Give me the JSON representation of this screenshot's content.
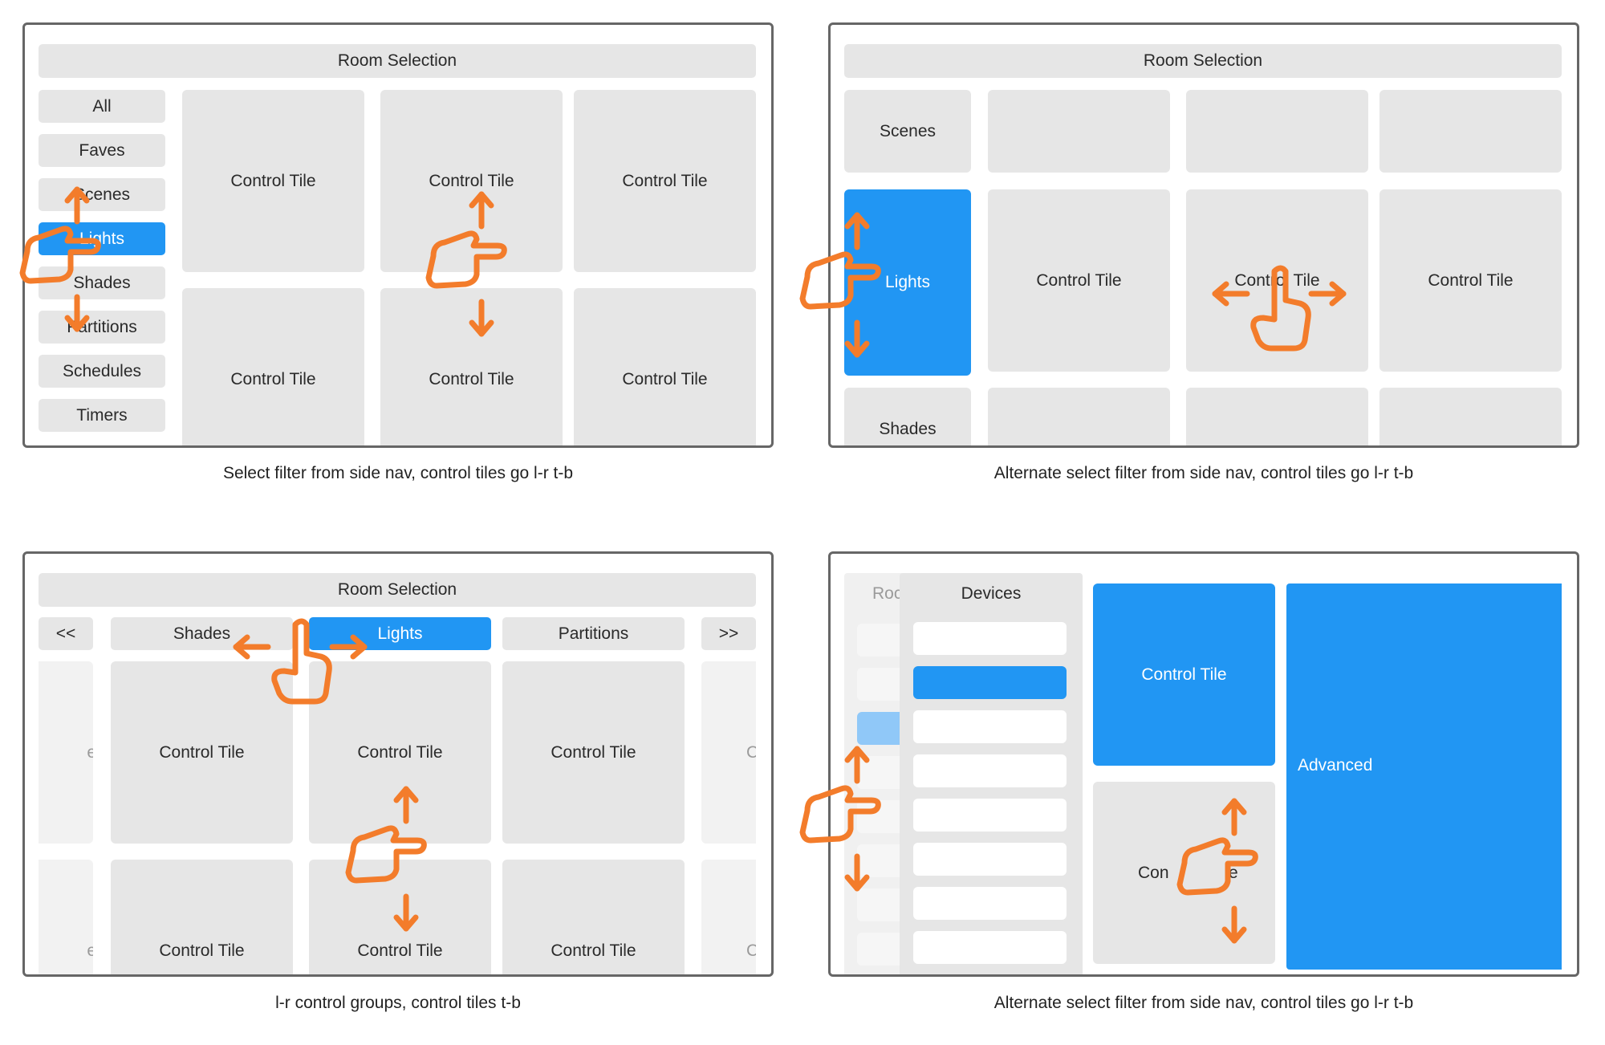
{
  "room_selection_label": "Room Selection",
  "control_tile_label": "Control Tile",
  "panels": {
    "p1": {
      "caption": "Select filter from side nav, control tiles go l-r t-b",
      "nav": [
        "All",
        "Faves",
        "Scenes",
        "Lights",
        "Shades",
        "Partitions",
        "Schedules",
        "Timers"
      ],
      "selected_nav": "Lights"
    },
    "p2": {
      "caption": "Alternate select filter from side nav, control tiles go l-r t-b",
      "nav": [
        "Scenes",
        "Lights",
        "Shades"
      ],
      "selected_nav": "Lights"
    },
    "p3": {
      "caption": "l-r control groups, control tiles t-b",
      "prev_label": "<<",
      "next_label": ">>",
      "tabs": [
        "Shades",
        "Lights",
        "Partitions"
      ],
      "selected_tab": "Lights",
      "edge_left_fragment": "e",
      "edge_right_fragment": "C"
    },
    "p4": {
      "caption": "Alternate select filter from side nav, control tiles go l-r t-b",
      "room_fragment": "Roc",
      "devices_label": "Devices",
      "tile_fragment": "Con",
      "tile_fragment_end": "e",
      "advanced_label": "Advanced"
    }
  },
  "colors": {
    "accent": "#2196f3",
    "gesture": "#f37c2b",
    "tile": "#e6e6e6",
    "frame": "#666666"
  }
}
